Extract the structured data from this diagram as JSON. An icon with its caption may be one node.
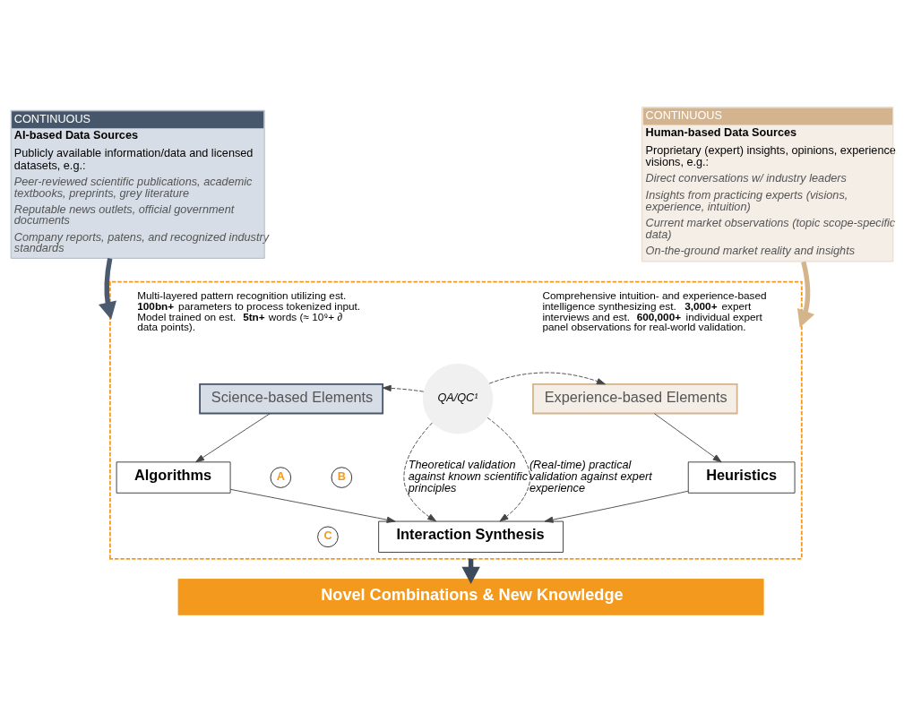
{
  "diagram": {
    "nodes": [
      {
        "text": [
          "CONTINUOUS",
          "AI-based Data Sources",
          "Publicly available information/data and licensed datasets, e.g.:",
          "Peer-reviewed scientific publications, academic textbooks, preprints, grey literature",
          "Reputable news outlets, official government documents",
          "Company reports, patens, and recognized industry standards"
        ]
      },
      {
        "text": [
          "CONTINUOUS",
          "Human-based Data Sources",
          "Proprietary (expert) insights, opinions, experience, visions, e.g.:",
          "Direct conversations w/ industry leaders",
          "Insights from practicing experts (visions, experience, intuition)",
          "Current market observations (topic scope-specific data)",
          "On-the-ground market reality and insights"
        ]
      },
      {
        "text": [],
        "shape": "box"
      },
      {
        "text": [
          "Science-based Elements"
        ],
        "in": 2
      },
      {
        "text": [
          "QA/QC¹"
        ],
        "in": 2
      },
      {
        "text": [
          "Experience-based Elements"
        ],
        "in": 2
      },
      {
        "text": [
          "Algorithms"
        ],
        "in": 2
      },
      {
        "text": [
          "A"
        ],
        "in": 2
      },
      {
        "text": [
          "B"
        ],
        "in": 2
      },
      {
        "text": [
          "Heuristics"
        ],
        "in": 2
      },
      {
        "text": [
          "C"
        ],
        "in": 2
      },
      {
        "text": [
          "Interaction Synthesis"
        ],
        "in": 2
      },
      {
        "text": [
          "Novel Combinations & New Knowledge"
        ]
      }
    ],
    "edges": [
      {
        "from": 0,
        "to": 2,
        "arrow": "to",
        "style": "thick",
        "color": "#4b5a6e"
      },
      {
        "from": 1,
        "to": 2,
        "arrow": "to",
        "style": "thick",
        "color": "#d6b48a"
      },
      {
        "from": 4,
        "to": 3,
        "arrow": "to",
        "style": "dashed"
      },
      {
        "from": 4,
        "to": 5,
        "arrow": "to",
        "style": "dashed"
      },
      {
        "from": 3,
        "to": 6,
        "arrow": "to"
      },
      {
        "from": 5,
        "to": 9,
        "arrow": "to"
      },
      {
        "from": 4,
        "to": 11,
        "arrow": "to",
        "style": "dashed",
        "label": "Theoretical validation against known scientific principles"
      },
      {
        "from": 4,
        "to": 11,
        "arrow": "to",
        "style": "dashed",
        "label": "(Real-time) practical validation against expert experience"
      },
      {
        "from": 6,
        "to": 11,
        "arrow": "to"
      },
      {
        "from": 9,
        "to": 11,
        "arrow": "to"
      },
      {
        "from": 2,
        "to": 12,
        "arrow": "to",
        "style": "thick",
        "color": "#3d4a5c"
      }
    ],
    "labels": [
      "Multi-layered pattern recognition utilizing est. **100bn+** parameters to process tokenized input. Model trained on est. **5tn+** words (≈ 10⁹+ ∂ data points).",
      "Comprehensive intuition- and experience-based intelligence synthesizing est. **3,000+** expert interviews and est. **600,000+** individual expert panel observations for real-world validation."
    ]
  }
}
